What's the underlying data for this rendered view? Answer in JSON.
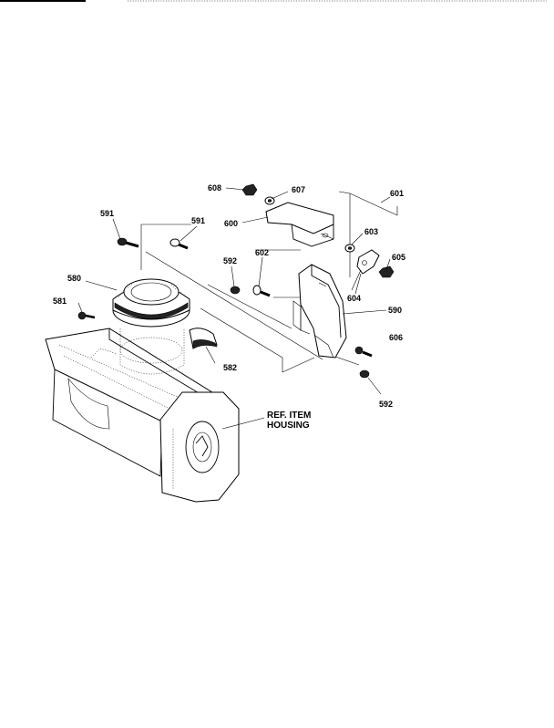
{
  "callouts": {
    "p608": "608",
    "p607": "607",
    "p601": "601",
    "p600": "600",
    "p603": "603",
    "p605": "605",
    "p591a": "591",
    "p591b": "591",
    "p592a": "592",
    "p602": "602",
    "p604": "604",
    "p580": "580",
    "p581": "581",
    "p590": "590",
    "p606": "606",
    "p582": "582",
    "p592b": "592"
  },
  "reference": {
    "line1": "REF. ITEM",
    "line2": "HOUSING"
  }
}
